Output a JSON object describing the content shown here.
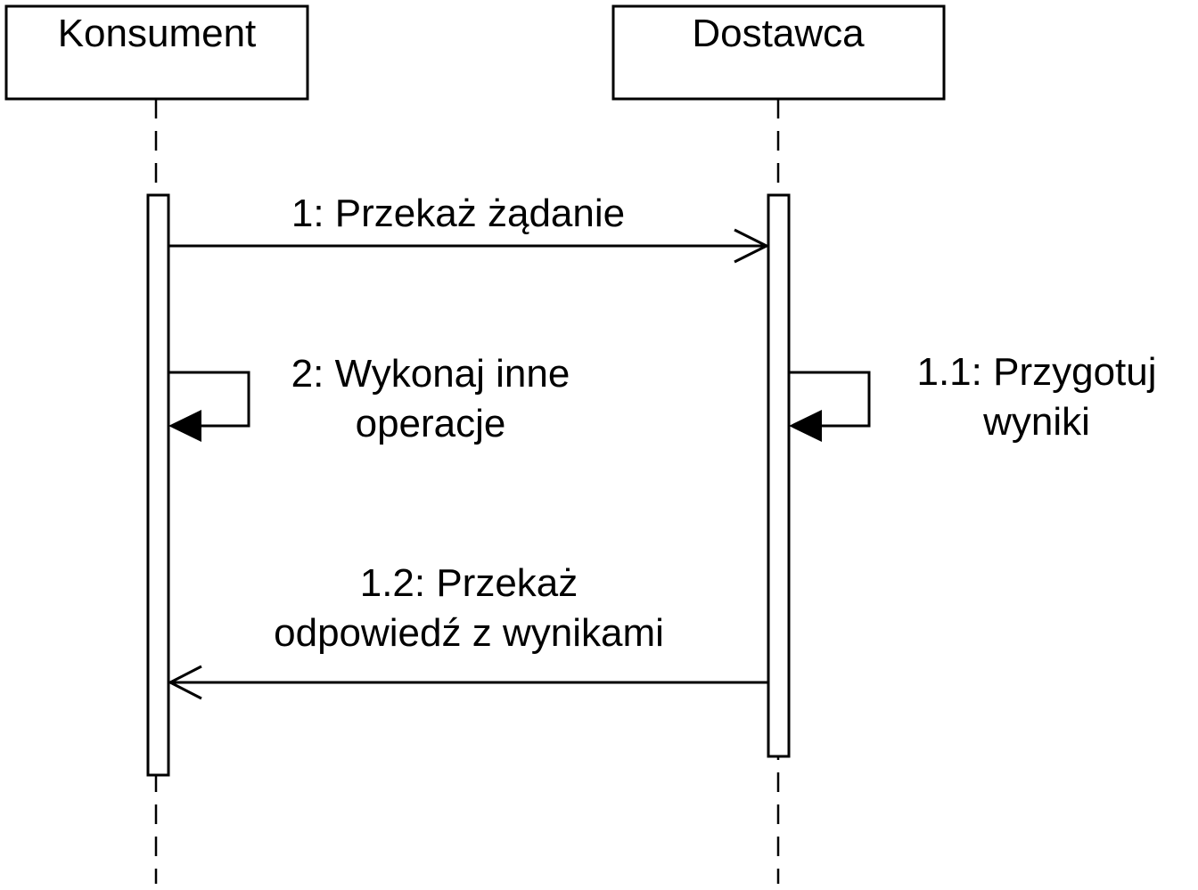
{
  "participants": {
    "consumer": {
      "name": "Konsument"
    },
    "provider": {
      "name": "Dostawca"
    }
  },
  "messages": {
    "m1": {
      "label": "1: Przekaż żądanie"
    },
    "m2": {
      "line1": "2: Wykonaj inne",
      "line2": "operacje"
    },
    "m11": {
      "line1": "1.1: Przygotuj",
      "line2": "wyniki"
    },
    "m12": {
      "line1": "1.2: Przekaż",
      "line2": "odpowiedź z wynikami"
    }
  },
  "colors": {
    "stroke": "#000000",
    "background": "#ffffff"
  }
}
